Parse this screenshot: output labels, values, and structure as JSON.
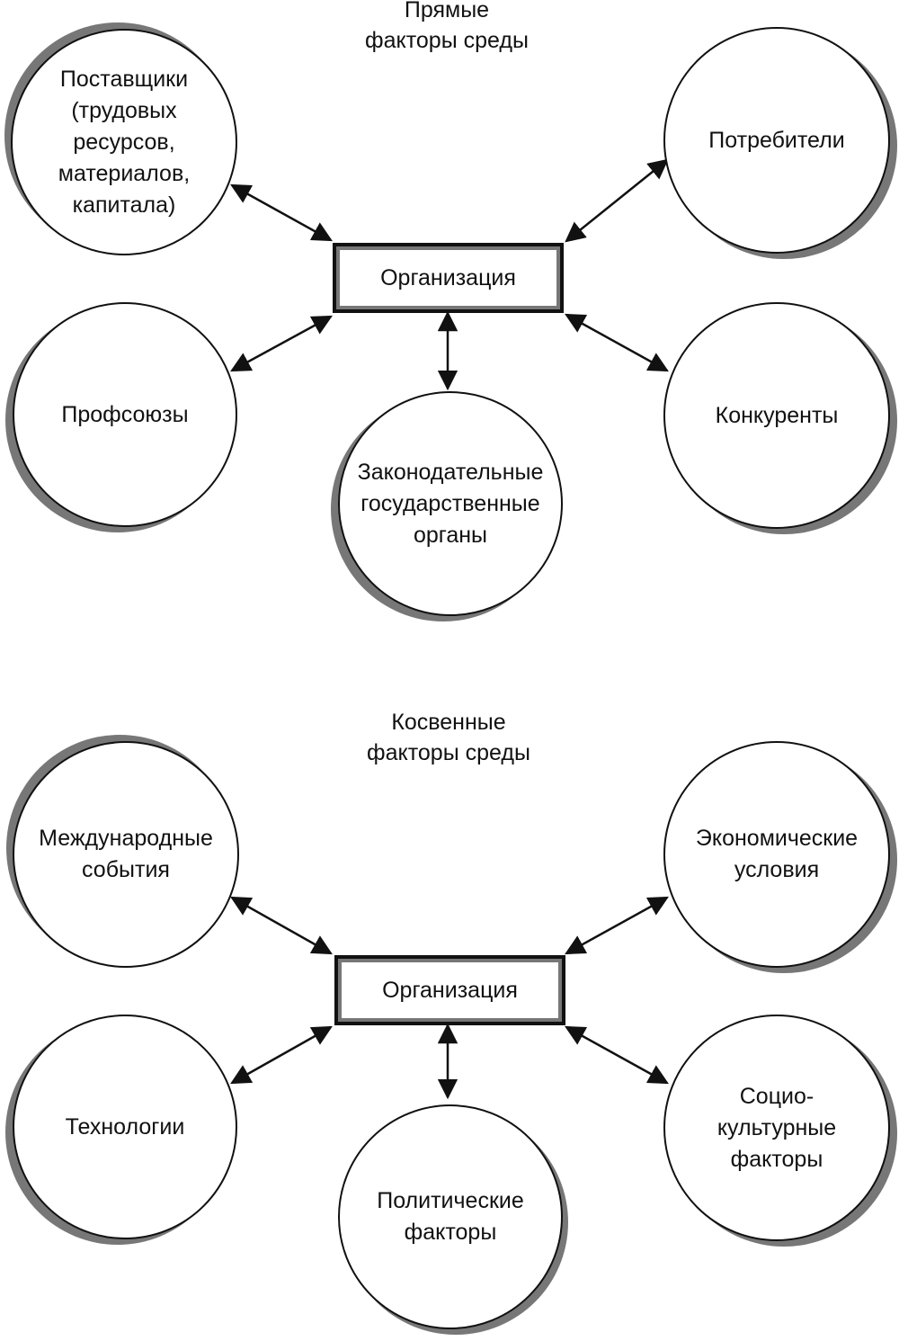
{
  "direct": {
    "caption": [
      "Прямые",
      "факторы среды"
    ],
    "center": "Организация",
    "nodes": {
      "suppliers": [
        "Поставщики",
        "(трудовых",
        "ресурсов,",
        "материалов,",
        "капитала)"
      ],
      "consumers": [
        "Потребители"
      ],
      "unions": [
        "Профсоюзы"
      ],
      "competitors": [
        "Конкуренты"
      ],
      "government": [
        "Законодательные",
        "государственные",
        "органы"
      ]
    }
  },
  "indirect": {
    "caption": [
      "Косвенные",
      "факторы среды"
    ],
    "center": "Организация",
    "nodes": {
      "international": [
        "Международные",
        "события"
      ],
      "economic": [
        "Экономические",
        "условия"
      ],
      "technology": [
        "Технологии"
      ],
      "sociocultural": [
        "Социо-",
        "культурные",
        "факторы"
      ],
      "political": [
        "Политические",
        "факторы"
      ]
    }
  },
  "colors": {
    "stroke": "#111111",
    "shadow": "#777777",
    "background": "#ffffff"
  }
}
